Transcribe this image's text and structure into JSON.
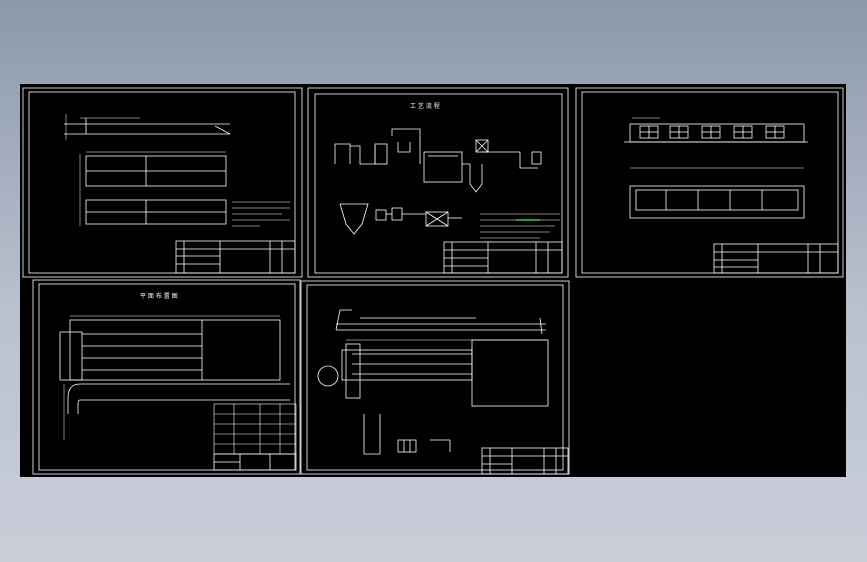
{
  "canvas": {
    "background": "#000000",
    "line_color": "#ffffff",
    "highlight_color": "#28d25a"
  },
  "sheets": [
    {
      "id": "sheet-1",
      "heading": ""
    },
    {
      "id": "sheet-2",
      "heading": "工 艺 流 程"
    },
    {
      "id": "sheet-3",
      "heading": ""
    },
    {
      "id": "sheet-4",
      "heading": "平 面 布 置 图"
    },
    {
      "id": "sheet-5",
      "heading": ""
    }
  ]
}
